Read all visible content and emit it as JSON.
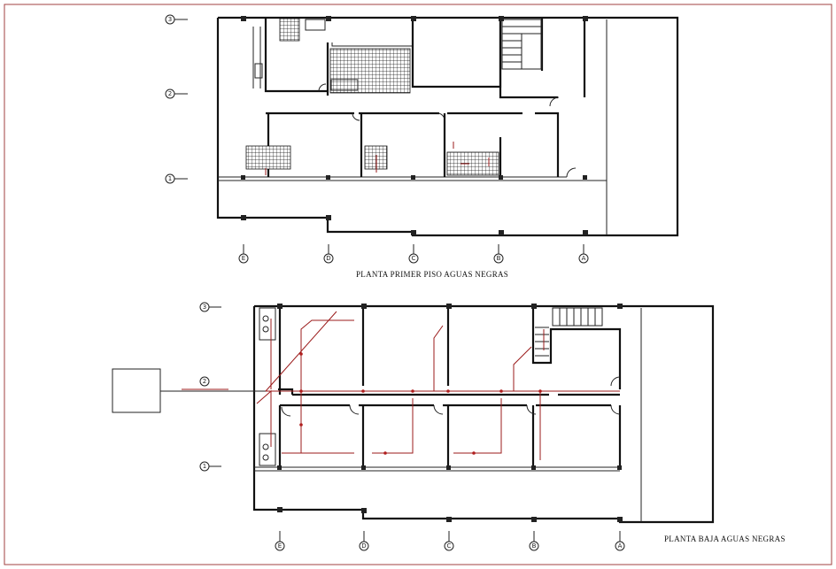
{
  "drawing": {
    "upper_plan": {
      "title": "PLANTA PRIMER  PISO AGUAS NEGRAS",
      "row_axes": [
        "3",
        "2",
        "1"
      ],
      "column_axes": [
        "E",
        "D",
        "C",
        "B",
        "A"
      ]
    },
    "lower_plan": {
      "title": "PLANTA BAJA AGUAS NEGRAS",
      "row_axes": [
        "3",
        "2",
        "1"
      ],
      "column_axes": [
        "E",
        "D",
        "C",
        "B",
        "A"
      ]
    }
  },
  "colors": {
    "frame": "#a04040",
    "walls": "#111111",
    "sewer_pipes": "#9b1b1b"
  }
}
